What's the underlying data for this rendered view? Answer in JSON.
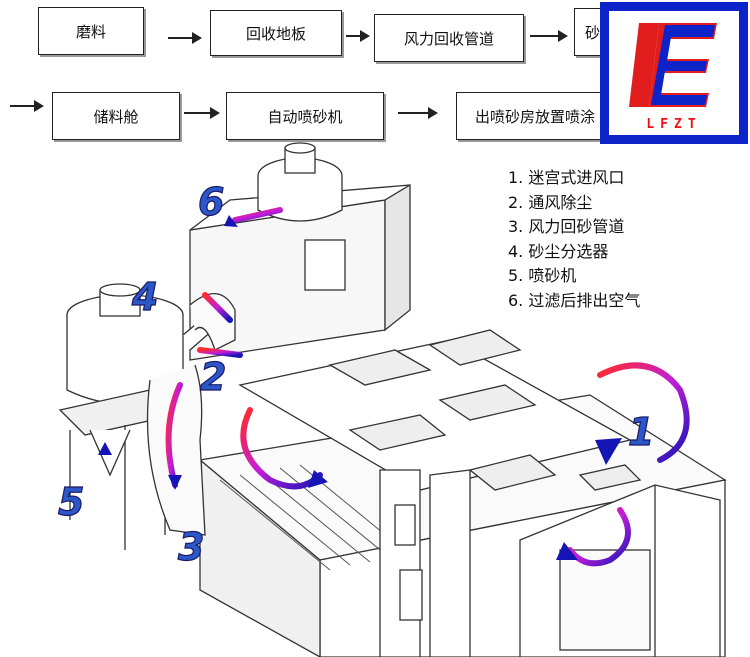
{
  "flow_row1": [
    "磨料",
    "回收地板",
    "风力回收管道",
    "砂"
  ],
  "flow_row2": [
    "储料舱",
    "自动喷砂机",
    "出喷砂房放置喷涂"
  ],
  "legend": [
    "1. 迷宫式进风口",
    "2. 通风除尘",
    "3. 风力回砂管道",
    "4. 砂尘分选器",
    "5. 喷砂机",
    "6. 过滤后排出空气"
  ],
  "logo": {
    "letters": "LFZT",
    "main": "E",
    "accent": "#e11d1d",
    "frame": "#0b23c9"
  },
  "numbers": [
    "1",
    "2",
    "3",
    "4",
    "5",
    "6"
  ]
}
